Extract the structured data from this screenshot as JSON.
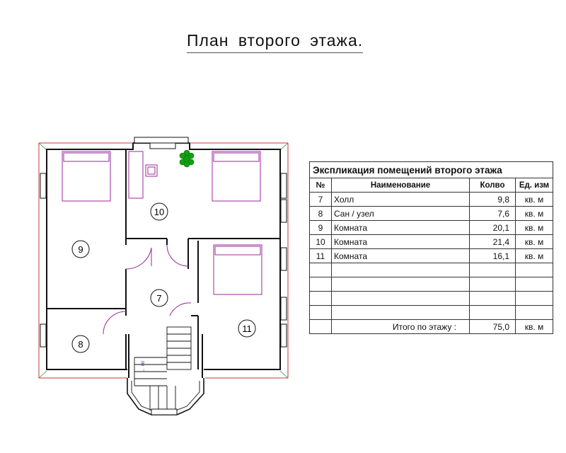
{
  "title": "План  второго  этажа.",
  "plan": {
    "rooms": [
      {
        "id": "7",
        "label": "7"
      },
      {
        "id": "8",
        "label": "8"
      },
      {
        "id": "9",
        "label": "9"
      },
      {
        "id": "10",
        "label": "10"
      },
      {
        "id": "11",
        "label": "11"
      }
    ],
    "stair_marker": "← Н0"
  },
  "table": {
    "caption": "Экспликация помещений второго этажа",
    "headers": {
      "num": "№",
      "name": "Наименование",
      "qty": "Колво",
      "unit": "Ед. изм"
    },
    "rows": [
      {
        "num": "7",
        "name": "Холл",
        "qty": "9,8",
        "unit": "кв. м"
      },
      {
        "num": "8",
        "name": "Сан / узел",
        "qty": "7,6",
        "unit": "кв. м"
      },
      {
        "num": "9",
        "name": "Комната",
        "qty": "20,1",
        "unit": "кв. м"
      },
      {
        "num": "10",
        "name": "Комната",
        "qty": "21,4",
        "unit": "кв. м"
      },
      {
        "num": "11",
        "name": "Комната",
        "qty": "16,1",
        "unit": "кв. м"
      }
    ],
    "total": {
      "label": "Итого по этажу :",
      "qty": "75,0",
      "unit": "кв. м"
    }
  },
  "colors": {
    "furniture": "#9b2a9b",
    "plant": "#12a012",
    "roof_edge": "#c23a3a",
    "wall": "#111111"
  }
}
